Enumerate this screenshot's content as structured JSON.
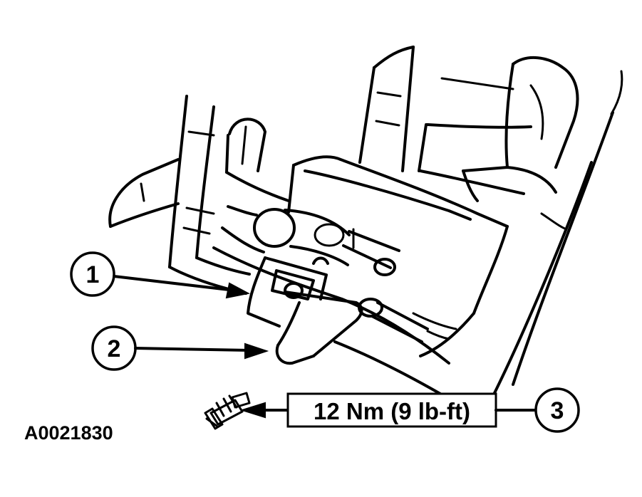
{
  "callouts": [
    {
      "number": "1"
    },
    {
      "number": "2"
    },
    {
      "number": "3"
    }
  ],
  "torque_spec": "12 Nm (9 lb-ft)",
  "figure_id": "A0021830",
  "colors": {
    "line": "#000000",
    "background": "#ffffff"
  }
}
